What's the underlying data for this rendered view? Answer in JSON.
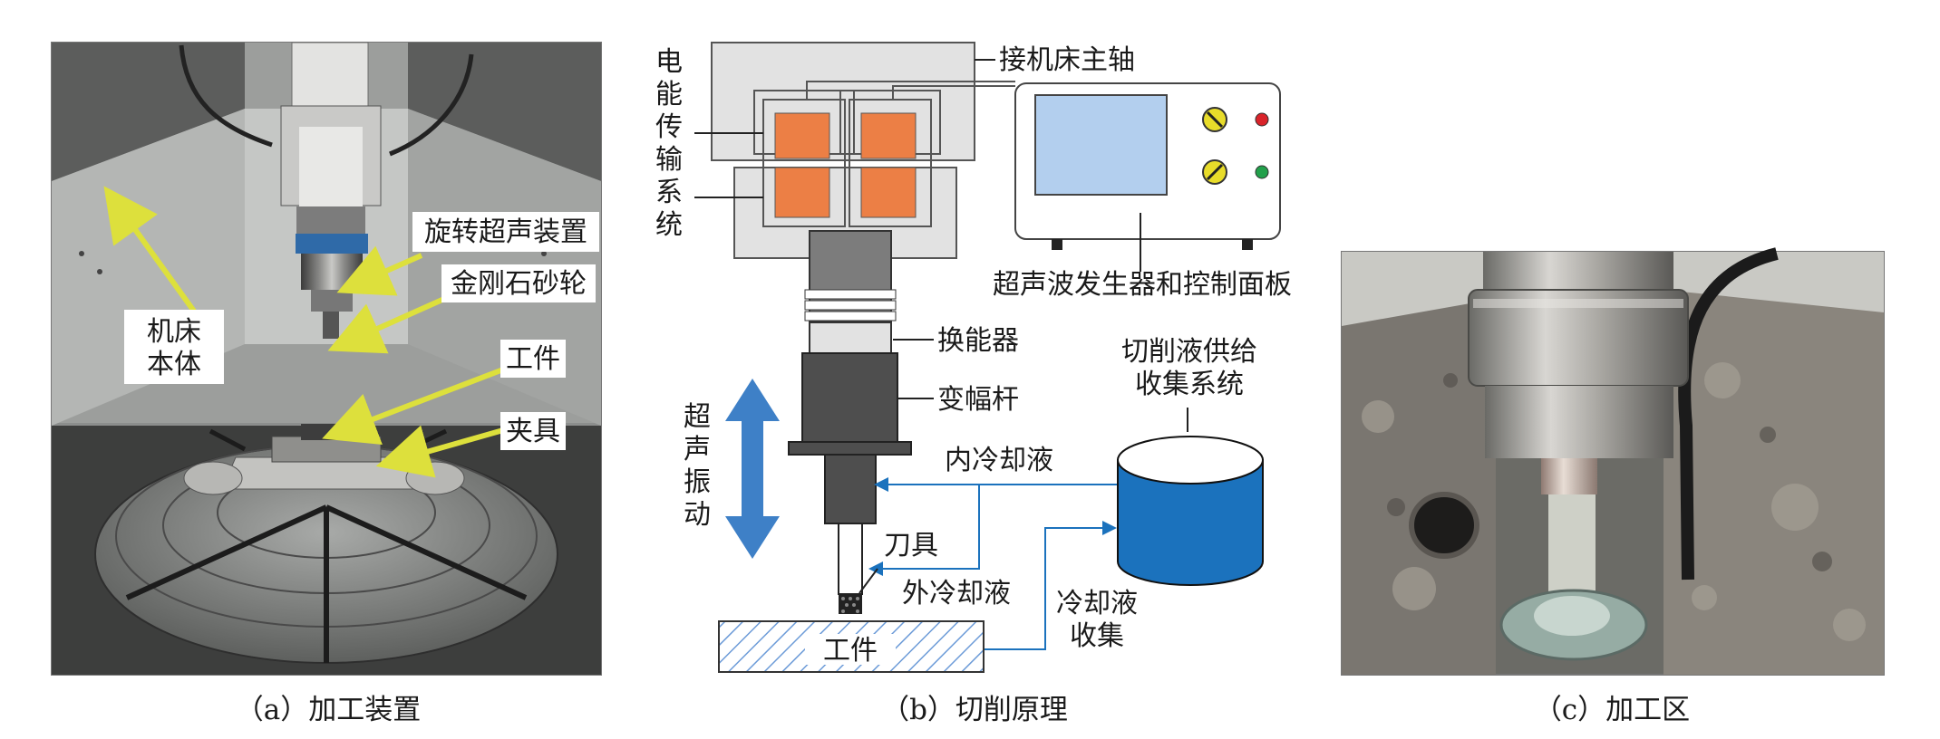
{
  "panel_a": {
    "labels": {
      "machine_body": [
        "机床",
        "本体"
      ],
      "rotary_ultrasonic_device": "旋转超声装置",
      "diamond_grinding_wheel": "金刚石砂轮",
      "workpiece": "工件",
      "fixture": "夹具"
    },
    "caption": "（a）加工装置"
  },
  "panel_b": {
    "labels": {
      "energy_transfer_system": [
        "电",
        "能",
        "传",
        "输",
        "系",
        "统"
      ],
      "machine_spindle": "接机床主轴",
      "generator_panel": "超声波发生器和控制面板",
      "transducer": "换能器",
      "horn": "变幅杆",
      "coolant_system": [
        "切削液供给",
        "收集系统"
      ],
      "ultrasonic_vibration": [
        "超",
        "声",
        "振",
        "动"
      ],
      "internal_coolant": "内冷却液",
      "tool": "刀具",
      "external_coolant": "外冷却液",
      "coolant_collection": [
        "冷却液",
        "收集"
      ],
      "workpiece": "工件"
    },
    "caption": "（b）切削原理"
  },
  "panel_c": {
    "caption": "（c）加工区"
  },
  "colors": {
    "arrow_yellow": "#dde03c",
    "coil_orange": "#ec7f45",
    "coolant_blue": "#1b72bd",
    "screen_blue": "#b3cfee",
    "hatch_blue": "#6c9bd8",
    "vibration_arrow": "#3e80c7"
  }
}
